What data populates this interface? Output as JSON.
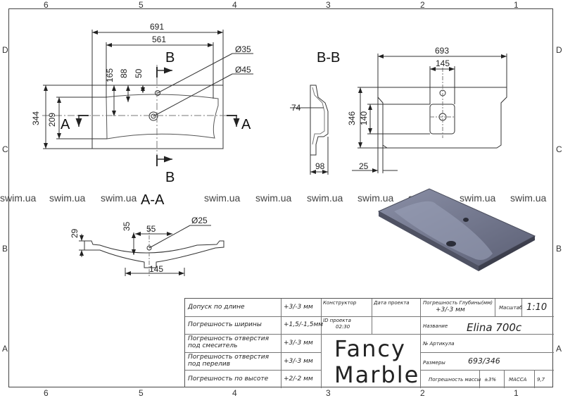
{
  "zones": {
    "columns": [
      "6",
      "5",
      "4",
      "3",
      "2",
      "1"
    ],
    "rows": [
      "D",
      "C",
      "B",
      "A"
    ]
  },
  "watermark": "swim.ua",
  "views": {
    "top": {
      "dims": [
        "691",
        "561",
        "165",
        "88",
        "50",
        "344",
        "209",
        "Ø35",
        "Ø45"
      ],
      "section_markers": [
        "B",
        "B",
        "A",
        "A"
      ]
    },
    "side_profile": {
      "dims": [
        "74",
        "98"
      ]
    },
    "section_bb": {
      "title": "B-B",
      "dims": [
        "693",
        "145",
        "346",
        "140",
        "25"
      ]
    },
    "section_aa": {
      "title": "A-A",
      "dims": [
        "29",
        "35",
        "55",
        "145",
        "Ø25"
      ]
    }
  },
  "title_block": {
    "tolerance_rows": [
      {
        "label": "Допуск по длине",
        "value": "+3/-3 мм"
      },
      {
        "label": "Погрешность ширины",
        "value": "+1,5/-1,5мм"
      },
      {
        "label": "Погрешность отверстия под смеситель",
        "value": "+3/-3 мм"
      },
      {
        "label": "Погрешность отверстия под перелив",
        "value": "+3/-3 мм"
      },
      {
        "label": "Погрешность по высоте",
        "value": "+2/-2 мм"
      }
    ],
    "designer_label": "Конструктор",
    "project_date_label": "Дата проекта",
    "project_id_label": "ID проекта",
    "project_id_value": "02:30",
    "brand_line1": "Fancy",
    "brand_line2": "Marble",
    "depth_tolerance_label": "Погрешность Глубины(мм)",
    "depth_tolerance_value": "+3/-3 мм",
    "scale_label": "Масштаб",
    "scale_value": "1:10",
    "name_label": "Название",
    "name_value": "Elina 700c",
    "article_label": "№ Артикула",
    "size_label": "Размеры",
    "size_value": "693/346",
    "mass_tolerance_label": "Погрешность массы",
    "mass_tolerance_value": "±3%",
    "mass_label": "МАССА",
    "mass_value": "9,7"
  }
}
